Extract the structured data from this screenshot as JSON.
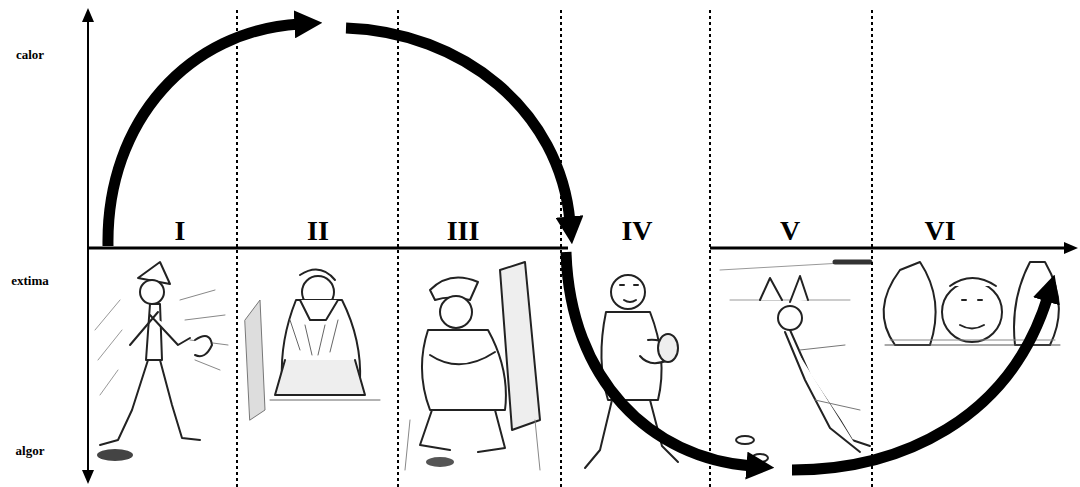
{
  "diagram": {
    "labels": [
      "calor",
      "extima",
      "algor",
      "I",
      "II",
      "III",
      "IV",
      "V",
      "VI"
    ]
  }
}
